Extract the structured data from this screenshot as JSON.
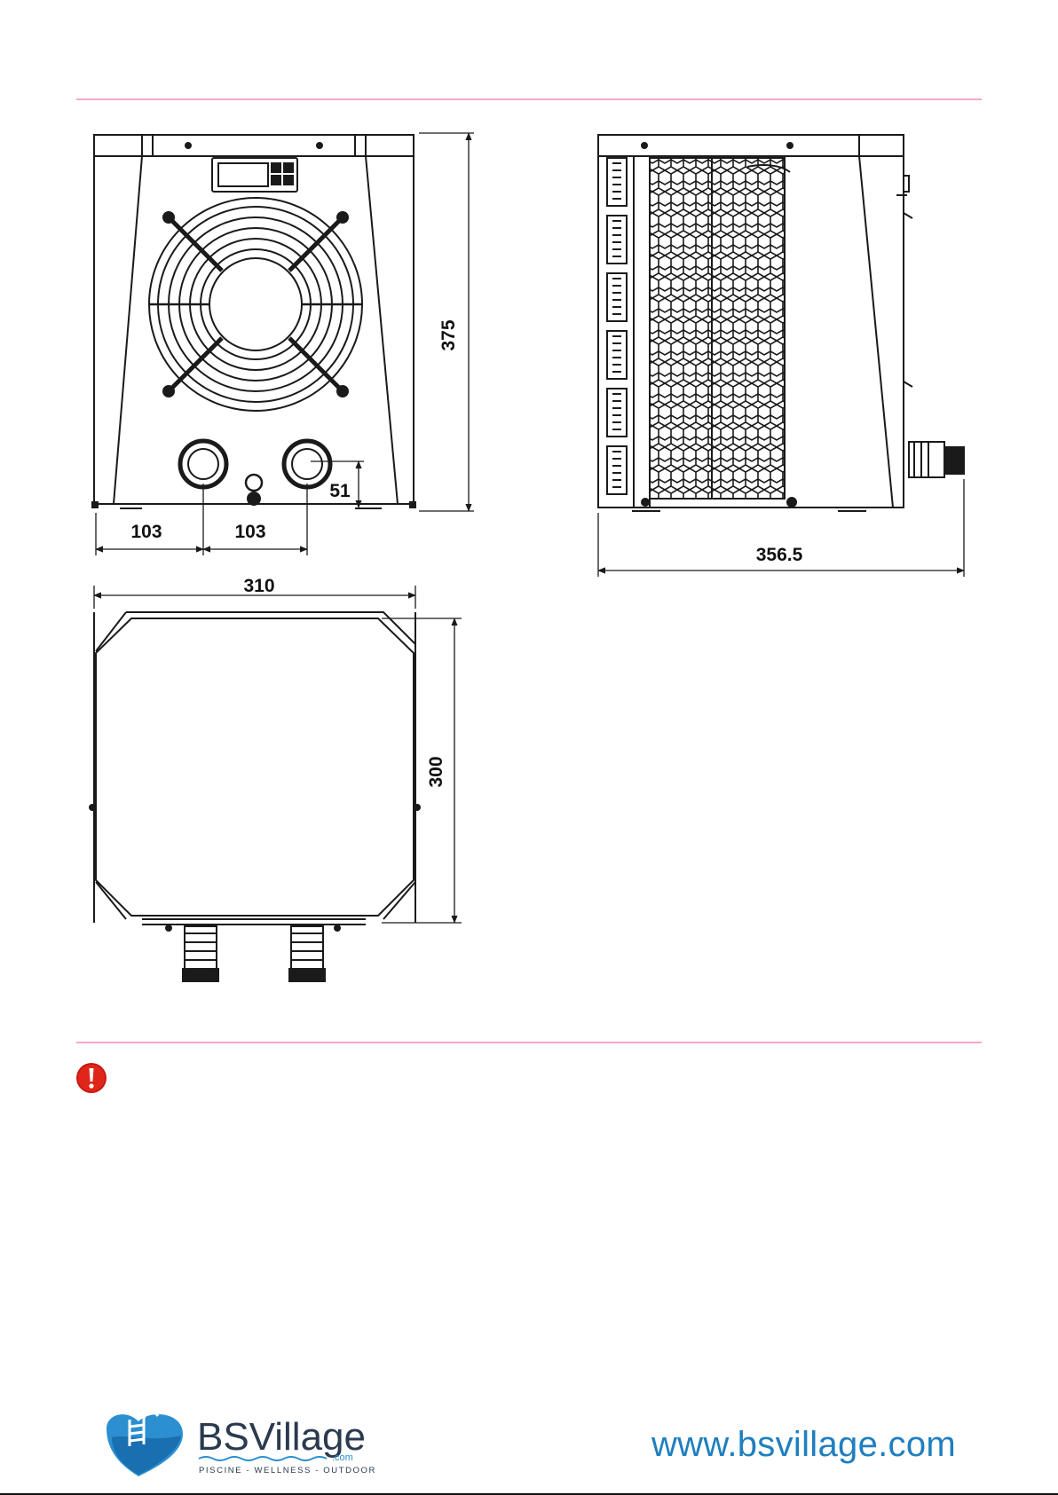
{
  "colors": {
    "accent_rule": "#f2a9cf",
    "line": "#1a1a1a",
    "warning_red": "#e0261b",
    "brand_blue": "#1f7fbf",
    "brand_dark": "#2a3a4f"
  },
  "dimensions": {
    "front_height": "375",
    "front_left_offset": "103",
    "front_between_ports": "103",
    "front_port_height": "51",
    "side_depth": "356.5",
    "top_width": "310",
    "top_depth": "300"
  },
  "icons": {
    "warning": "exclamation-circle-icon",
    "logo_mark": "heart-pool-ladder-icon"
  },
  "footer": {
    "logo_name": "BSVillage",
    "logo_com": ".com",
    "logo_tagline": "PISCINE - WELLNESS - OUTDOOR",
    "website": "www.bsvillage.com"
  }
}
